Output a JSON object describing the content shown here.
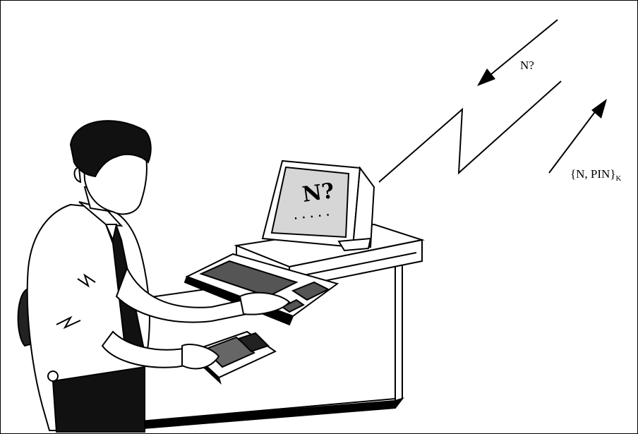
{
  "request_label": "N?",
  "response_label": {
    "main": "{N, PIN}",
    "sub": "K"
  },
  "screen": {
    "prompt": "N?",
    "input_mask": "....."
  }
}
